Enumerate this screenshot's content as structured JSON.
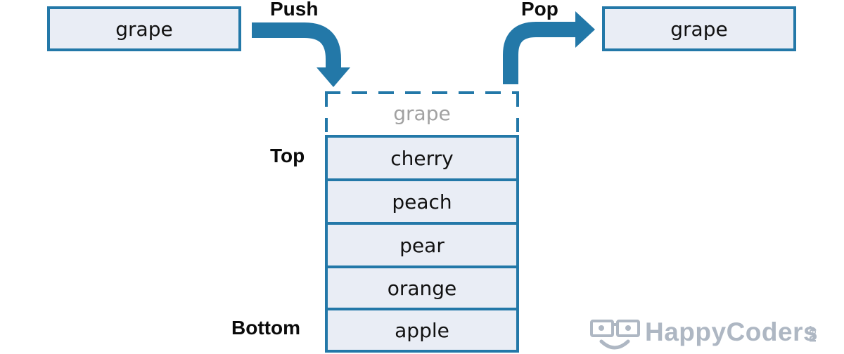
{
  "colors": {
    "accent": "#2378a8",
    "box_fill": "#e9edf5",
    "ghost_text": "#a1a1a1",
    "logo": "#aeb7c3"
  },
  "push": {
    "label": "Push",
    "source_item": "grape"
  },
  "pop": {
    "label": "Pop",
    "result_item": "grape"
  },
  "stack": {
    "incoming_item": "grape",
    "items": [
      "cherry",
      "peach",
      "pear",
      "orange",
      "apple"
    ],
    "top_label": "Top",
    "bottom_label": "Bottom"
  },
  "logo": {
    "text": "HappyCoders",
    "suffix": ".eu",
    "icon": "glasses-smiley-icon"
  }
}
